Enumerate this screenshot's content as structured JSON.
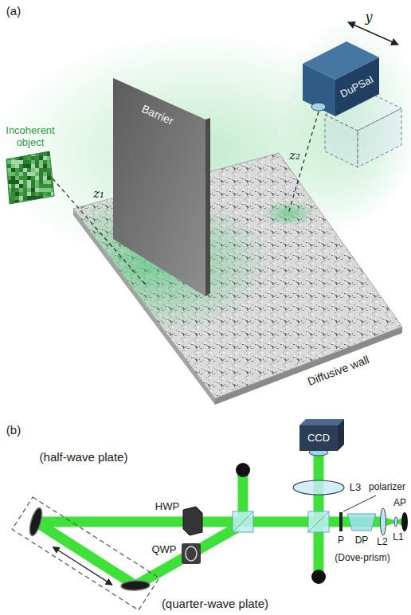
{
  "diagram": {
    "nodes": [
      {
        "text": [
          "DuPSaI"
        ]
      },
      {
        "text": [
          "Barrier"
        ]
      },
      {
        "text": [
          "CCD"
        ]
      }
    ],
    "labels": [
      "(a)",
      "y",
      "Incoherent object",
      "z₂",
      "z₁",
      "Diffusive wall",
      "(b)",
      "(half-wave plate)",
      "HWP",
      "L3",
      "polarizer",
      "P",
      "DP",
      "(Dove-prism)",
      "L2",
      "L1",
      "AP",
      "QWP",
      "(quarter-wave plate)"
    ]
  }
}
